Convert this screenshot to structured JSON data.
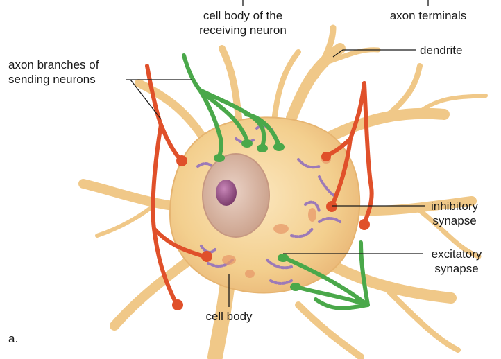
{
  "labels": {
    "cell_body_receiving_line1": "cell body of the",
    "cell_body_receiving_line2": "receiving neuron",
    "axon_terminals": "axon terminals",
    "dendrite": "dendrite",
    "axon_branches_line1": "axon branches of",
    "axon_branches_line2": "sending neurons",
    "inhibitory_line1": "inhibitory",
    "inhibitory_line2": "synapse",
    "excitatory_line1": "excitatory",
    "excitatory_line2": "synapse",
    "cell_body": "cell body",
    "panel_letter": "a."
  },
  "colors": {
    "neuron_fill": "#f6d9a2",
    "neuron_edge": "#e8bd78",
    "nucleus": "#d8b4a0",
    "nucleolus": "#a05a8e",
    "axon_red": "#e0502a",
    "axon_green": "#4aa84a",
    "leader_line": "#1a1a1a"
  }
}
